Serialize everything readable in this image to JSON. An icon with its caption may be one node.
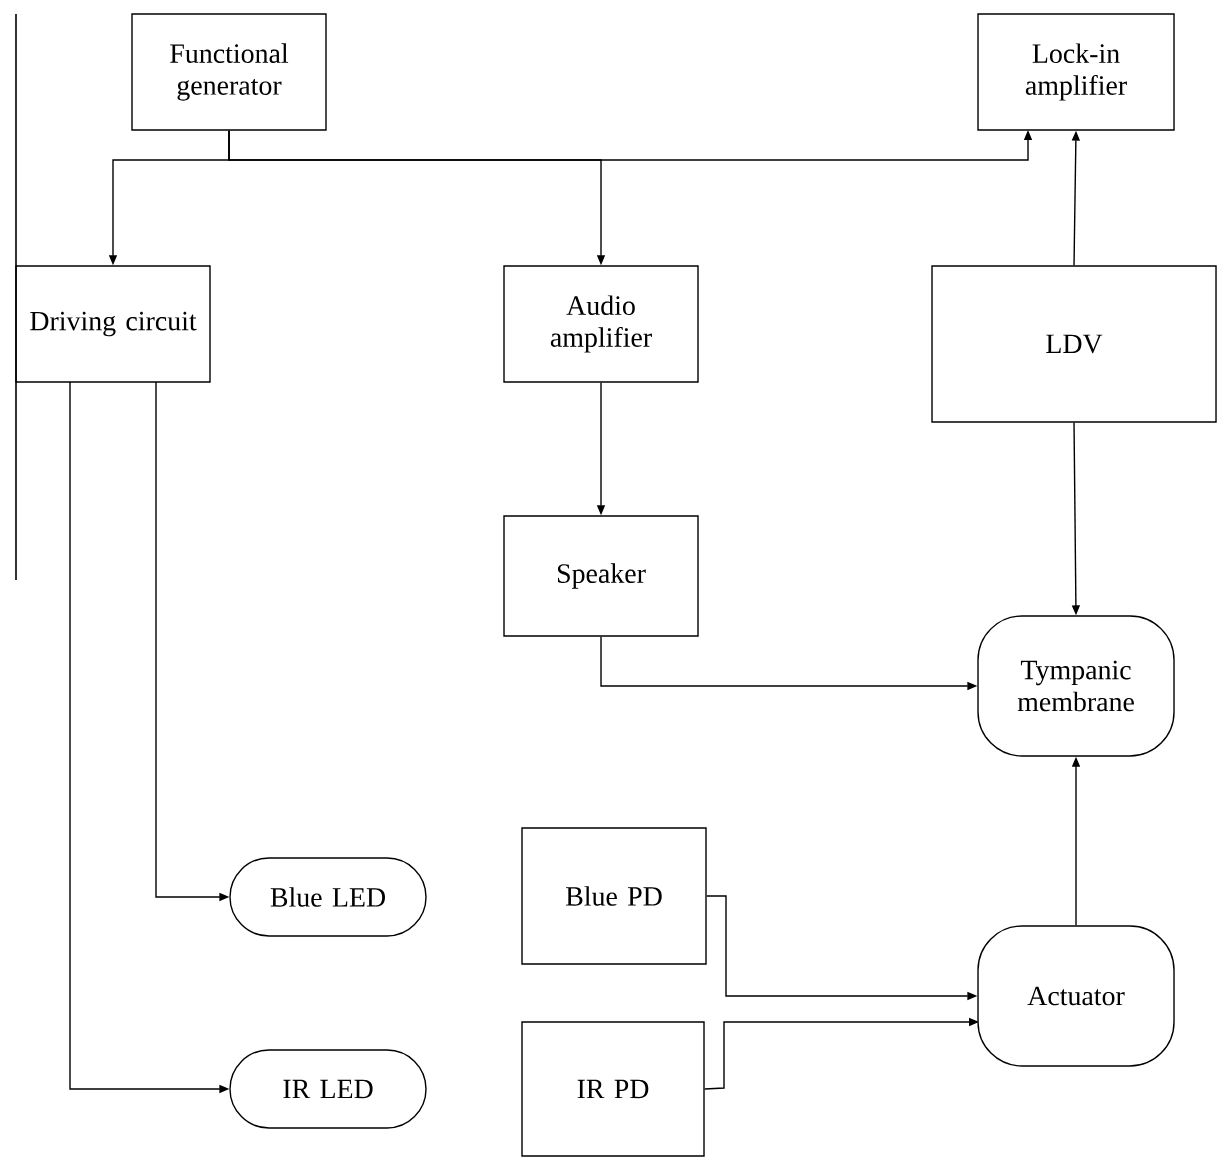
{
  "diagram": {
    "nodes": [
      {
        "text": [
          "Functional generator"
        ]
      },
      {
        "text": [
          "Lock-in amplifier"
        ]
      },
      {
        "text": [
          "Driving circuit"
        ]
      },
      {
        "text": [
          "Audio amplifier"
        ]
      },
      {
        "text": [
          "LDV"
        ]
      },
      {
        "text": [
          "Speaker"
        ]
      },
      {
        "text": [
          "Tympanic membrane"
        ]
      },
      {
        "text": [
          "Blue LED"
        ]
      },
      {
        "text": [
          "Blue PD"
        ]
      },
      {
        "text": [
          "Actuator"
        ]
      },
      {
        "text": [
          "IR LED"
        ]
      },
      {
        "text": [
          "IR PD"
        ]
      }
    ],
    "edges": [
      {
        "from": 0,
        "to": 2,
        "arrow": "to"
      },
      {
        "from": 0,
        "to": 3,
        "arrow": "to"
      },
      {
        "from": 0,
        "to": 1,
        "arrow": "to"
      },
      {
        "from": 4,
        "to": 1,
        "arrow": "to"
      },
      {
        "from": 3,
        "to": 5,
        "arrow": "to"
      },
      {
        "from": 5,
        "to": 6,
        "arrow": "to"
      },
      {
        "from": 4,
        "to": 6,
        "arrow": "to"
      },
      {
        "from": 9,
        "to": 6,
        "arrow": "to"
      },
      {
        "from": 2,
        "to": 7,
        "arrow": "to"
      },
      {
        "from": 2,
        "to": 10,
        "arrow": "to"
      },
      {
        "from": 8,
        "to": 9,
        "arrow": "to"
      },
      {
        "from": 11,
        "to": 9,
        "arrow": "to"
      }
    ]
  }
}
